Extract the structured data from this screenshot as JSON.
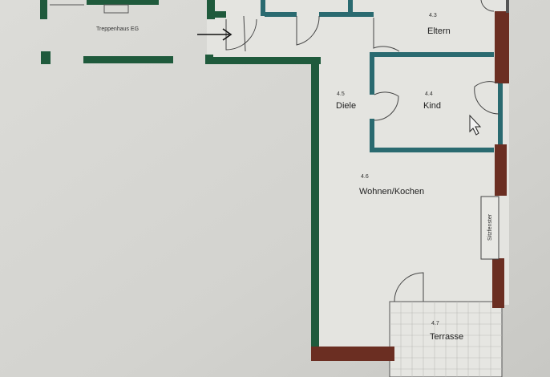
{
  "labels": {
    "stair": "Treppenhaus EG",
    "parents_num": "4.3",
    "parents": "Eltern",
    "hall_num": "4.5",
    "hall": "Diele",
    "child_num": "4.4",
    "child": "Kind",
    "living_num": "4.6",
    "living": "Wohnen/Kochen",
    "window_seat": "Sitzfenster",
    "terrace_num": "4.7",
    "terrace": "Terrasse"
  },
  "colors": {
    "background": "#d6d6d2",
    "wall_green": "#1f5a3c",
    "wall_teal": "#2a6a70",
    "wall_brown": "#6b2e22"
  },
  "icons": [
    "entrance-arrow-icon",
    "mouse-cursor-icon"
  ]
}
